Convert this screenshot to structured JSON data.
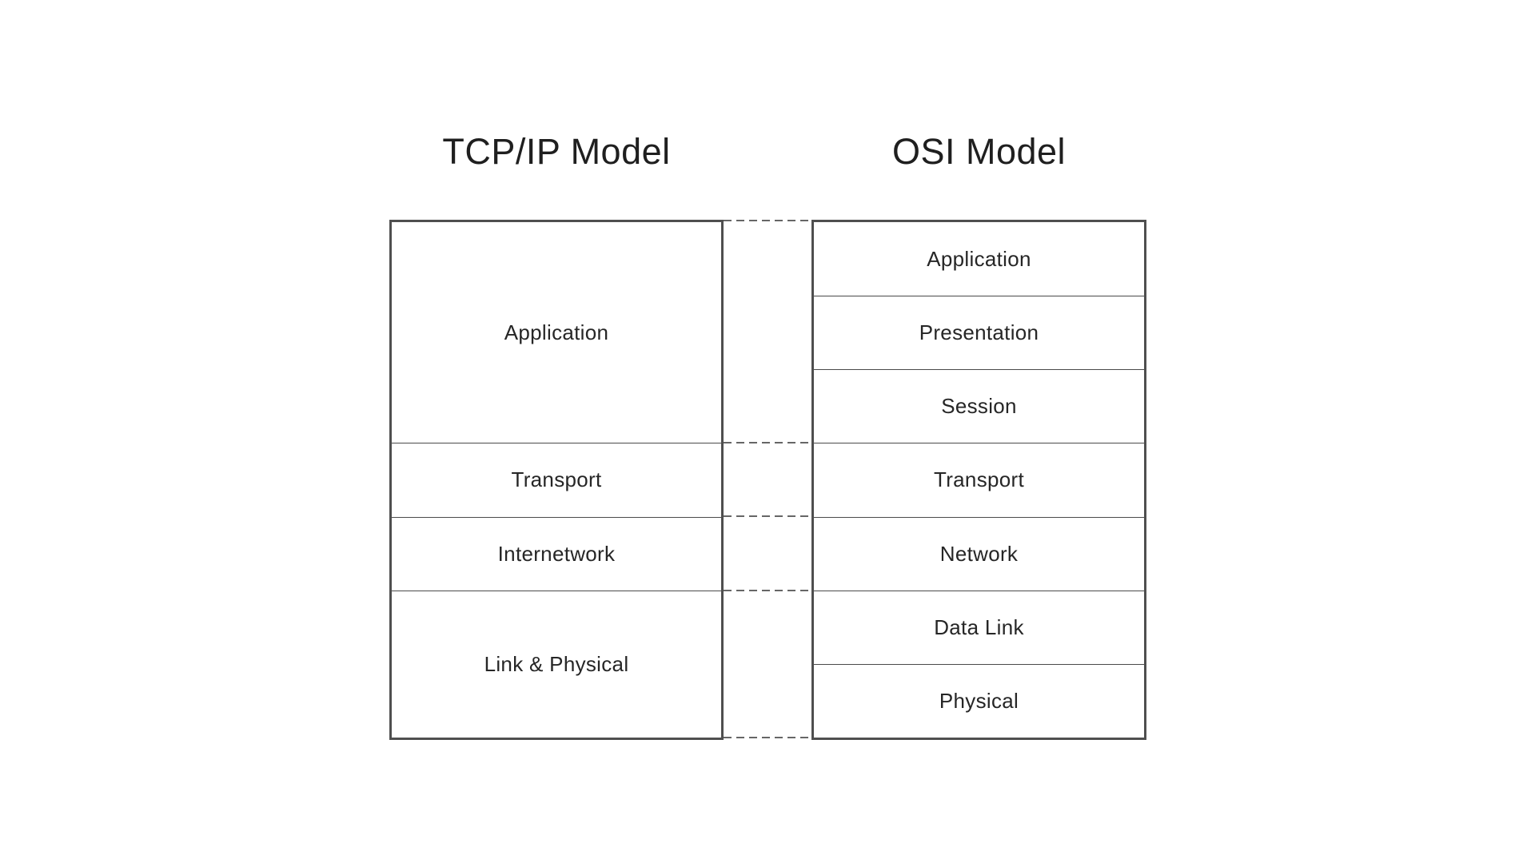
{
  "tcpip_model": {
    "title": "TCP/IP Model",
    "layers": [
      "Application",
      "Transport",
      "Internetwork",
      "Link & Physical"
    ]
  },
  "osi_model": {
    "title": "OSI Model",
    "layers": [
      "Application",
      "Presentation",
      "Session",
      "Transport",
      "Network",
      "Data Link",
      "Physical"
    ]
  },
  "connectors": {
    "count": 5,
    "style": "dashed"
  },
  "colors": {
    "background": "#ffffff",
    "box_border": "#4f4f4f",
    "row_divider": "#4a4a4a",
    "connector_dash": "#666666",
    "text": "#262626",
    "title_text": "#1f1f1f"
  }
}
